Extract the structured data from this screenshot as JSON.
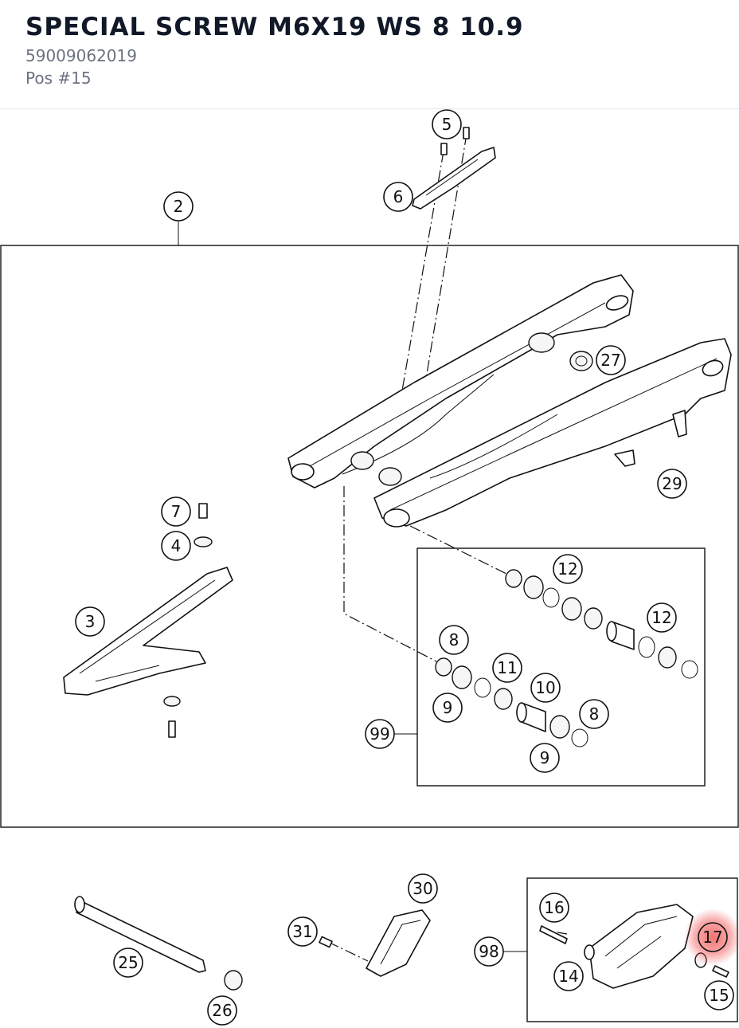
{
  "header": {
    "title": "SPECIAL SCREW M6X19 WS 8 10.9",
    "part_number": "59009062019",
    "position": "Pos #15"
  },
  "highlight": {
    "callout": "17",
    "color": "#ef4444"
  },
  "callouts": {
    "c2": "2",
    "c3": "3",
    "c4": "4",
    "c5": "5",
    "c6": "6",
    "c7": "7",
    "c8a": "8",
    "c8b": "8",
    "c9a": "9",
    "c9b": "9",
    "c10": "10",
    "c11": "11",
    "c12a": "12",
    "c12b": "12",
    "c14": "14",
    "c15": "15",
    "c16": "16",
    "c17": "17",
    "c25": "25",
    "c26": "26",
    "c27": "27",
    "c29": "29",
    "c30": "30",
    "c31": "31",
    "c98": "98",
    "c99": "99"
  }
}
